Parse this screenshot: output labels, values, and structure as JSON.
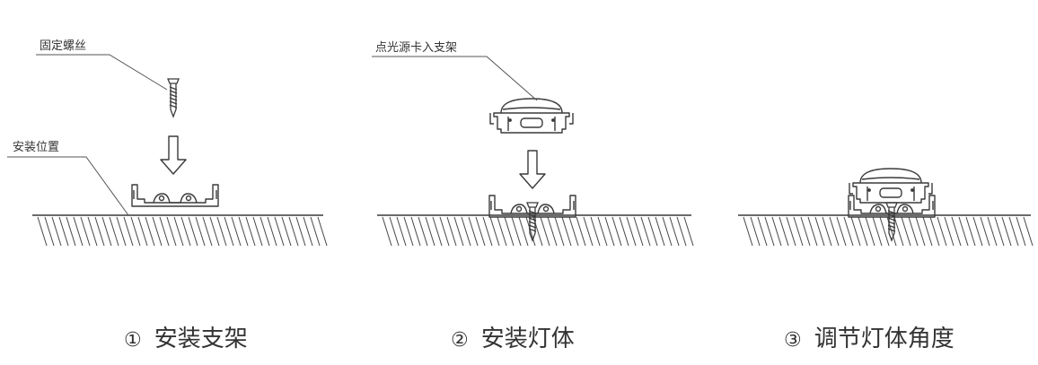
{
  "steps": [
    {
      "number": "①",
      "caption": "安装支架",
      "labels": [
        "固定螺丝",
        "安装位置"
      ]
    },
    {
      "number": "②",
      "caption": "安装灯体",
      "labels": [
        "点光源卡入支架"
      ]
    },
    {
      "number": "③",
      "caption": "调节灯体角度",
      "labels": []
    }
  ],
  "colors": {
    "line": "#3a3a3a",
    "text": "#333333",
    "background": "#ffffff"
  }
}
